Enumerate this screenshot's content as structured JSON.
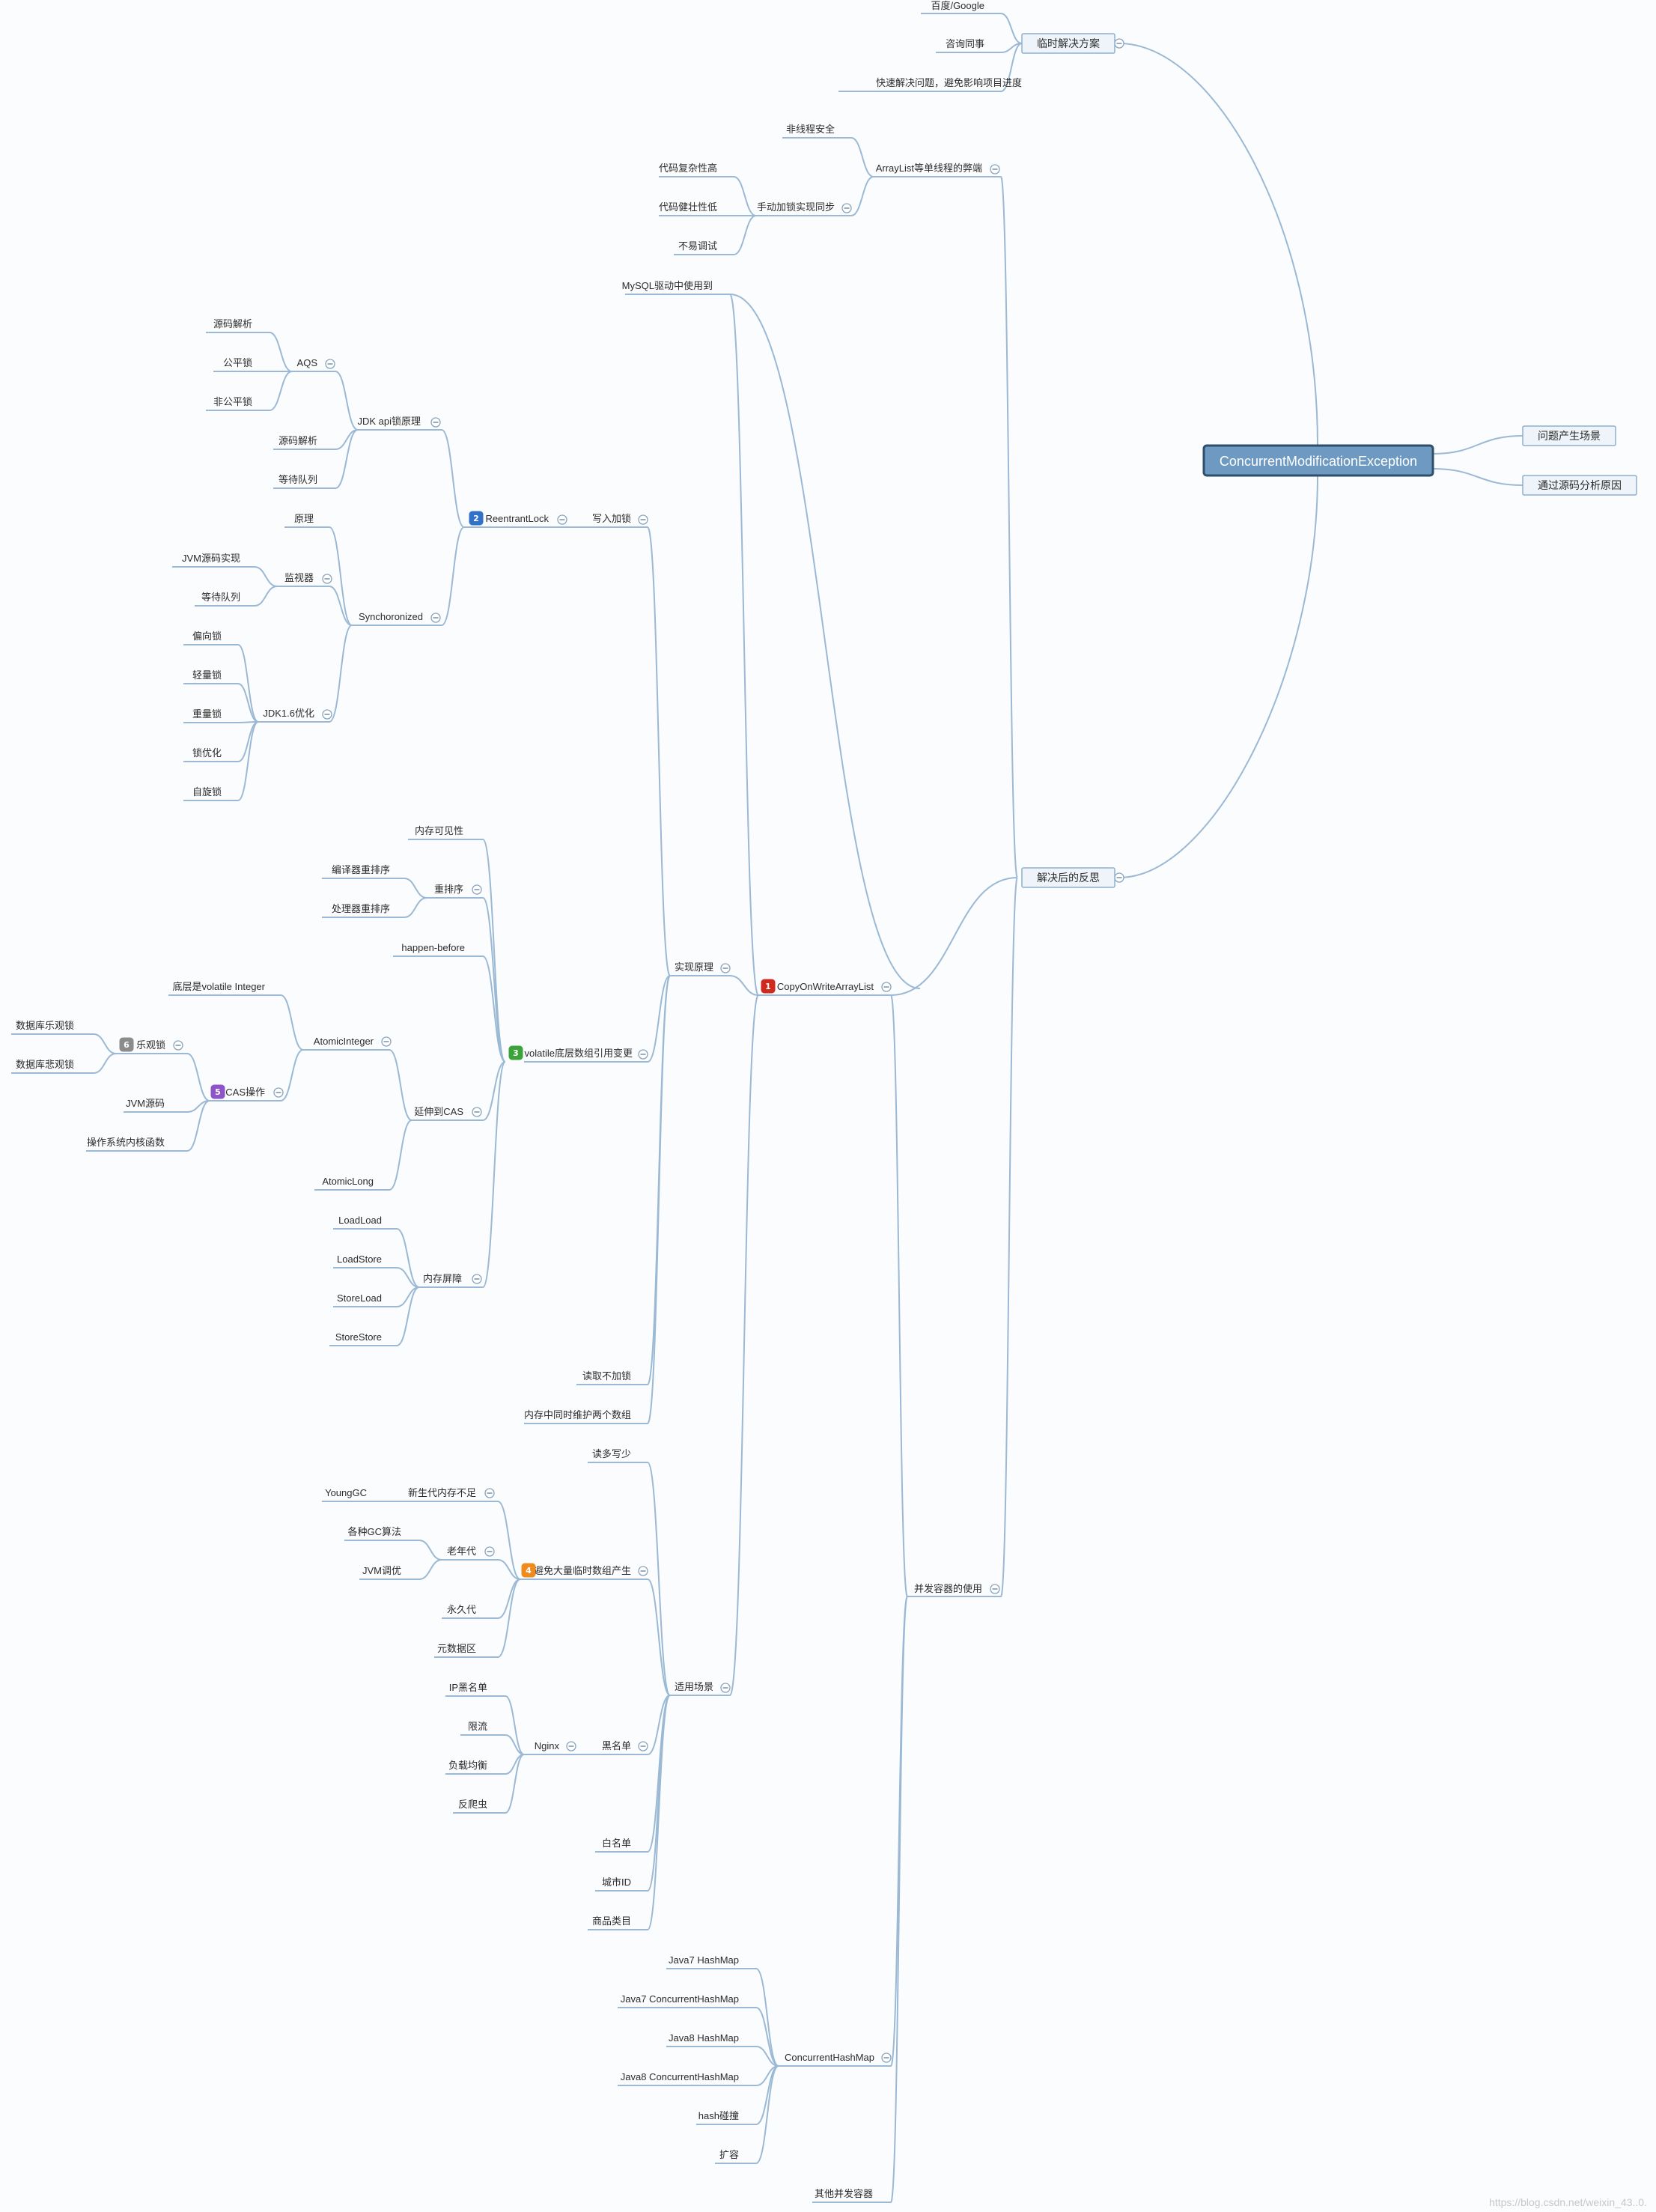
{
  "root": {
    "label": "ConcurrentModificationException"
  },
  "watermark": "https://blog.csdn.net/weixin_43..0.",
  "colors": {
    "line": "#9bb9d4",
    "root_fill": "#6e9ac2",
    "root_border": "#2f4e6b",
    "box_fill": "#eef4fa"
  },
  "markers": {
    "m1": {
      "num": "1",
      "color": "#d02a1e"
    },
    "m2": {
      "num": "2",
      "color": "#2f72c8"
    },
    "m3": {
      "num": "3",
      "color": "#3aa43a"
    },
    "m4": {
      "num": "4",
      "color": "#ee8a1e"
    },
    "m5": {
      "num": "5",
      "color": "#8e55c9"
    },
    "m6": {
      "num": "6",
      "color": "#8c8c8c"
    }
  },
  "nodes": {
    "n_problem": "问题产生场景",
    "n_source": "通过源码分析原因",
    "n_temp": "临时解决方案",
    "n_baidu": "百度/Google",
    "n_ask": "咨询同事",
    "n_fast": "快速解决问题，避免影响项目进度",
    "n_reflect": "解决后的反思",
    "n_arraylist": "ArrayList等单线程的弊端",
    "n_nonsafe": "非线程安全",
    "n_manual": "手动加锁实现同步",
    "n_complex": "代码复杂性高",
    "n_robust": "代码健壮性低",
    "n_debug": "不易调试",
    "n_mysql": "MySQL驱动中使用到",
    "n_concurrent": "并发容器的使用",
    "n_cowal": "CopyOnWriteArrayList",
    "n_impl": "实现原理",
    "n_writelock": "写入加锁",
    "n_reentrant": "ReentrantLock",
    "n_jdkapi": "JDK api锁原理",
    "n_aqs": "AQS",
    "n_aqs_src": "源码解析",
    "n_fair": "公平锁",
    "n_unfair": "非公平锁",
    "n_jdk_src": "源码解析",
    "n_waitq": "等待队列",
    "n_sync": "Synchoronized",
    "n_principle": "原理",
    "n_monitor": "监视器",
    "n_jvmsrc": "JVM源码实现",
    "n_waitq2": "等待队列",
    "n_jdk16": "JDK1.6优化",
    "n_biased": "偏向锁",
    "n_light": "轻量锁",
    "n_heavy": "重量锁",
    "n_lockopt": "锁优化",
    "n_spin": "自旋锁",
    "n_volatile": "volatile底层数组引用变更",
    "n_visible": "内存可见性",
    "n_reorder": "重排序",
    "n_compiler": "编译器重排序",
    "n_processor": "处理器重排序",
    "n_hb": "happen-before",
    "n_cas_ext": "延伸到CAS",
    "n_atomicint": "AtomicInteger",
    "n_vol_int": "底层是volatile Integer",
    "n_cas_op": "CAS操作",
    "n_optimistic": "乐观锁",
    "n_db_opt": "数据库乐观锁",
    "n_db_pes": "数据库悲观锁",
    "n_jvm_src2": "JVM源码",
    "n_os_fn": "操作系统内核函数",
    "n_atomiclong": "AtomicLong",
    "n_barrier": "内存屏障",
    "n_ll": "LoadLoad",
    "n_ls": "LoadStore",
    "n_sl": "StoreLoad",
    "n_ss": "StoreStore",
    "n_readnolock": "读取不加锁",
    "n_twoarr": "内存中同时维护两个数组",
    "n_scenario": "适用场景",
    "n_readmore": "读多写少",
    "n_avoid": "避免大量临时数组产生",
    "n_young": "新生代内存不足",
    "n_younggc": "YoungGC",
    "n_old": "老年代",
    "n_gcalg": "各种GC算法",
    "n_jvmtune": "JVM调优",
    "n_perm": "永久代",
    "n_meta": "元数据区",
    "n_blacklist": "黑名单",
    "n_nginx": "Nginx",
    "n_ipblack": "IP黑名单",
    "n_limit": "限流",
    "n_lb": "负载均衡",
    "n_anticrawl": "反爬虫",
    "n_whitelist": "白名单",
    "n_cityid": "城市ID",
    "n_category": "商品类目",
    "n_chm": "ConcurrentHashMap",
    "n_j7hm": "Java7 HashMap",
    "n_j7chm": "Java7 ConcurrentHashMap",
    "n_j8hm": "Java8 HashMap",
    "n_j8chm": "Java8 ConcurrentHashMap",
    "n_hashcol": "hash碰撞",
    "n_resize": "扩容",
    "n_other": "其他并发容器"
  }
}
